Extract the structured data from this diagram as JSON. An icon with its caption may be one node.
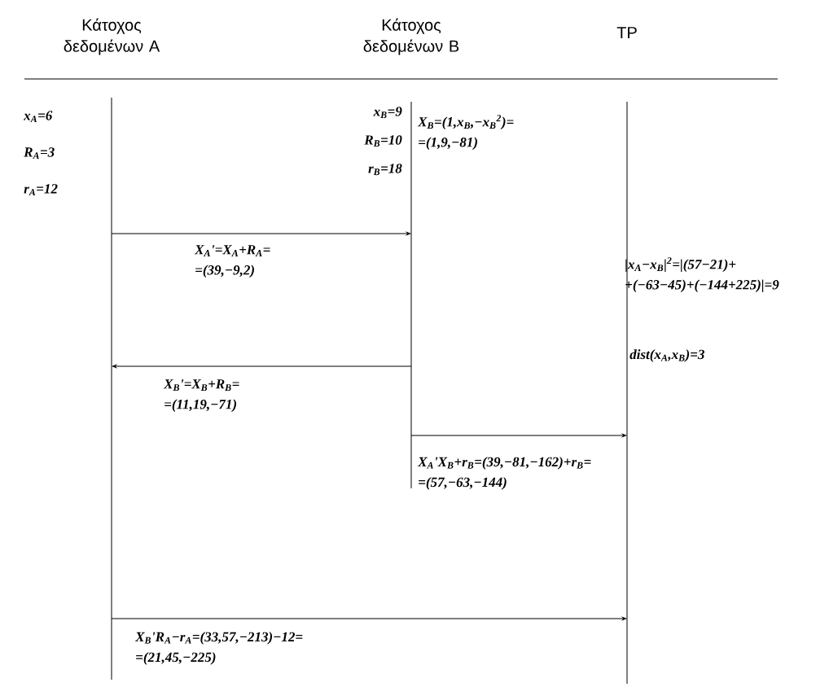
{
  "diagram": {
    "nodes": [
      {
        "text": [
          "Κάτοχος δεδομένων A"
        ]
      },
      {
        "text": [
          "Κάτοχος δεδομένων B"
        ]
      },
      {
        "text": [
          "TP"
        ]
      }
    ],
    "edges": [
      {
        "from": 0,
        "to": 1,
        "arrow": "to",
        "label": "X$_{A}$'=X$_{A}$+R$_{A}$= =(39,−9,2)"
      },
      {
        "from": 1,
        "to": 0,
        "arrow": "to",
        "label": "X$_{B}$'=X$_{B}$+R$_{B}$= =(11,19,−71)"
      },
      {
        "from": 1,
        "to": 2,
        "arrow": "to",
        "label": "X$_{A}$'X$_{B}$+r$_{B}$=(39,−81,−162)+r$_{B}$= =(57,−63,−144)"
      },
      {
        "from": 0,
        "to": 2,
        "arrow": "to",
        "label": "X$_{B}$'R$_{A}$−r$_{A}$=(33,57,−213)−12= =(21,45,−225)"
      }
    ],
    "labels": [
      "x$_{A}$=6",
      "R$_{A}$=3",
      "r$_{A}$=12",
      "x$_{B}$=9",
      "R$_{B}$=10",
      "r$_{B}$=18",
      "X$_{B}$=(1,x$_{B}$,−x$_{B}$$^{2}$)= =(1,9,−81)",
      "|x$_{A}$−x$_{B}$|$^{2}$=|(57−21)+ +(−63−45)+(−144+225)|=9",
      "dist(x$_{A}$,x$_{B}$)=3"
    ]
  }
}
